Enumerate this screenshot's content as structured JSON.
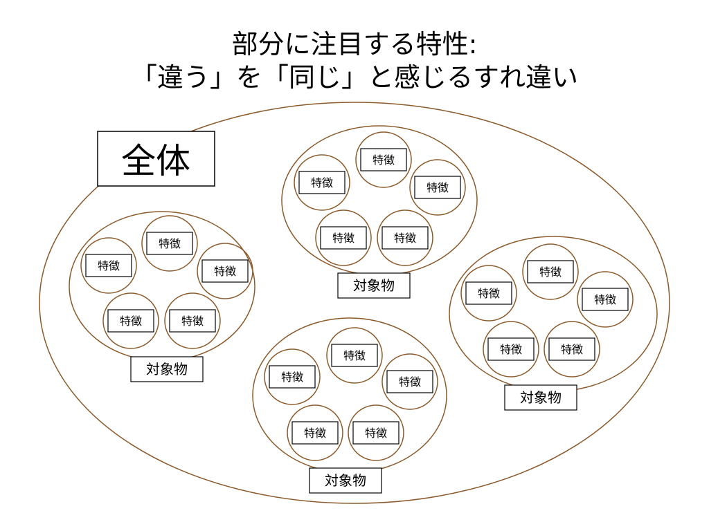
{
  "title": {
    "line1": "部分に注目する特性:",
    "line2": "「違う」を「同じ」と感じるすれ違い"
  },
  "whole_label": "全体",
  "feature_label": "特徴",
  "object_label": "対象物",
  "colors": {
    "ellipse_stroke": "#8B5A2B",
    "box_stroke": "#000000",
    "text": "#000000",
    "background": "#ffffff"
  },
  "objects": [
    {
      "name": "object-top-center",
      "label": "対象物",
      "features": [
        "特徴",
        "特徴",
        "特徴",
        "特徴",
        "特徴"
      ]
    },
    {
      "name": "object-left",
      "label": "対象物",
      "features": [
        "特徴",
        "特徴",
        "特徴",
        "特徴",
        "特徴"
      ]
    },
    {
      "name": "object-right",
      "label": "対象物",
      "features": [
        "特徴",
        "特徴",
        "特徴",
        "特徴",
        "特徴"
      ]
    },
    {
      "name": "object-bottom",
      "label": "対象物",
      "features": [
        "特徴",
        "特徴",
        "特徴",
        "特徴",
        "特徴"
      ]
    }
  ]
}
